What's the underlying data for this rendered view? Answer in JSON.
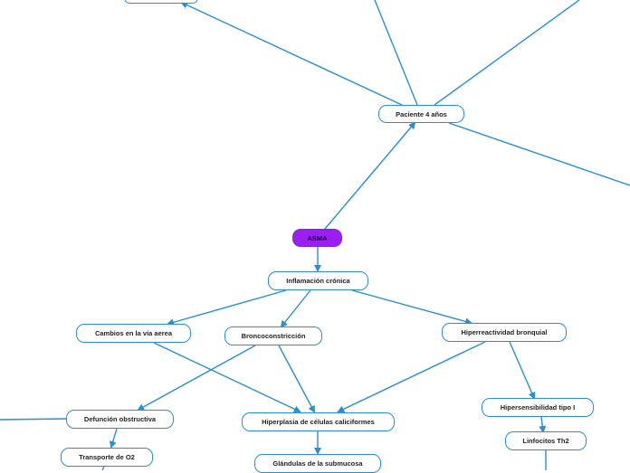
{
  "colors": {
    "line": "#2a8fd0",
    "node_border": "#2a8fd0",
    "root_fill": "#9b1ff2",
    "text": "#222222"
  },
  "nodes": {
    "top_left": "",
    "paciente": "Paciente 4 años",
    "asma": "ASMA",
    "inflamacion": "Inflamación crónica",
    "cambios": "Cambios en la vía aerea",
    "bronco": "Broncoconstricción",
    "hiperreact": "Hiperreactividad bronquial",
    "defuncion": "Defunción obstructiva",
    "hiperplasia": "Hiperplasia de células caliciformes",
    "hipersens": "Hipersensibilidad tipo I",
    "transporte": "Transporte de O2",
    "glandulas": "Glándulas de la submucosa",
    "linfocitos": "Linfocitos Th2"
  }
}
